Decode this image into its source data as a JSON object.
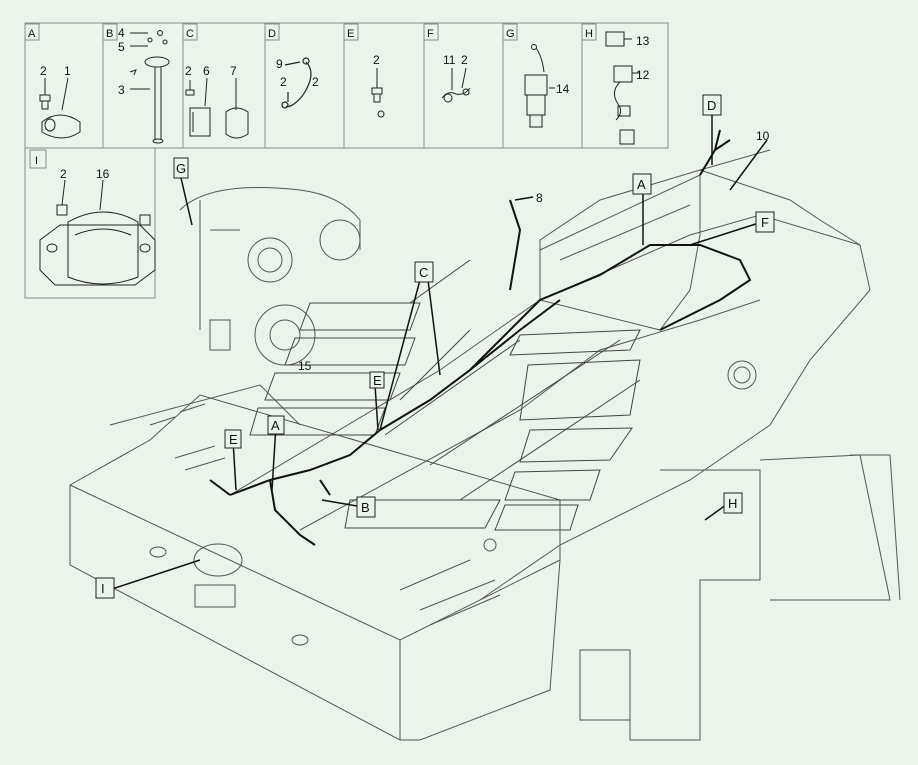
{
  "colors": {
    "background": "#eaf4ea",
    "line": "#222222",
    "panel_line": "#8a8a8a"
  },
  "detail_panels": [
    {
      "letter": "A",
      "callouts": [
        "2",
        "1"
      ]
    },
    {
      "letter": "B",
      "callouts": [
        "4",
        "5",
        "3"
      ]
    },
    {
      "letter": "C",
      "callouts": [
        "2",
        "6",
        "7"
      ]
    },
    {
      "letter": "D",
      "callouts": [
        "9",
        "2",
        "2"
      ]
    },
    {
      "letter": "E",
      "callouts": [
        "2"
      ]
    },
    {
      "letter": "F",
      "callouts": [
        "11",
        "2"
      ]
    },
    {
      "letter": "G",
      "callouts": [
        "14"
      ]
    },
    {
      "letter": "H",
      "callouts": [
        "13",
        "12"
      ]
    },
    {
      "letter": "I",
      "callouts": [
        "2",
        "16"
      ]
    }
  ],
  "main_view_labels": {
    "G": "G",
    "C": "C",
    "D": "D",
    "F": "F",
    "A_upper": "A",
    "A_lower": "A",
    "E_upper": "E",
    "E_lower": "E",
    "B": "B",
    "H": "H",
    "I": "I"
  },
  "part_numbers": {
    "harness": "8",
    "cover_plate": "10",
    "panel": "15"
  }
}
